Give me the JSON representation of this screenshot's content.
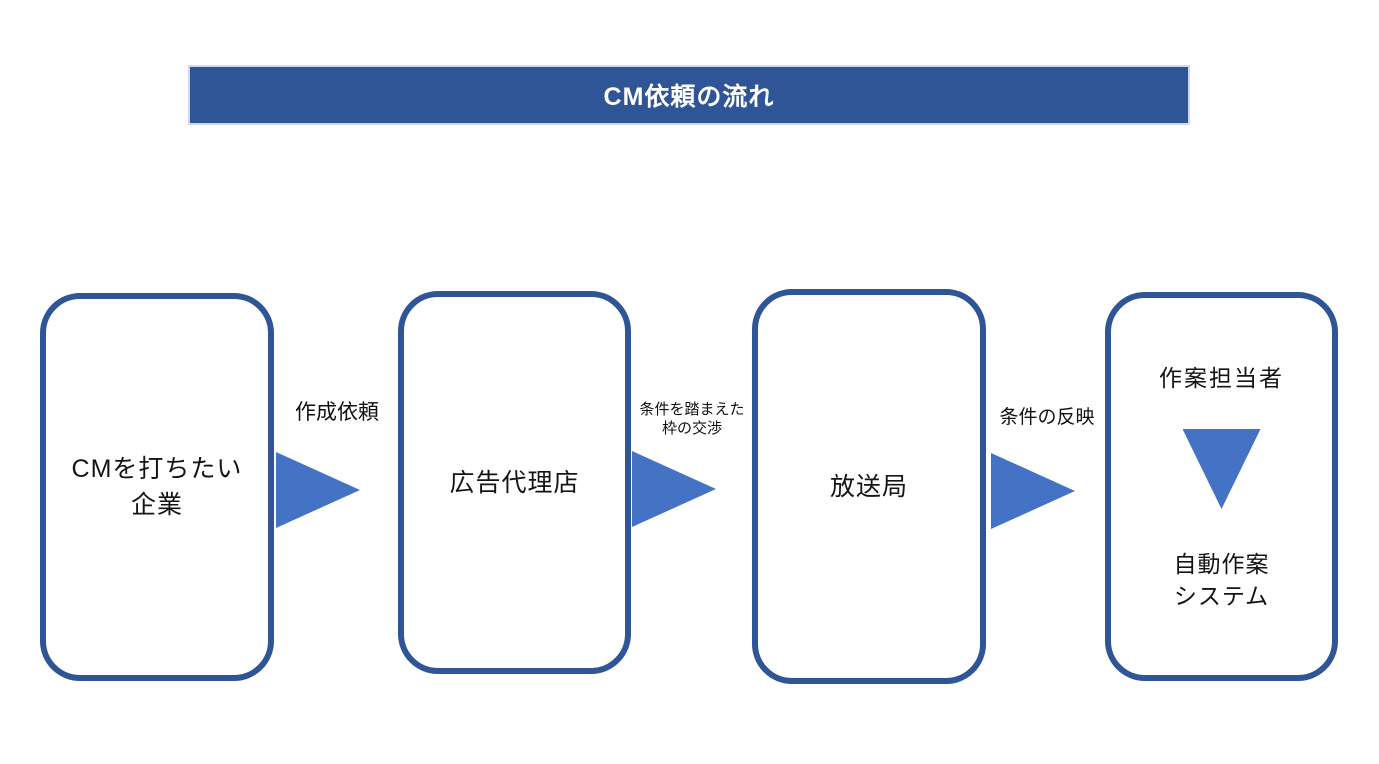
{
  "slide": {
    "title": "CM依頼の流れ",
    "colors": {
      "banner_background": "#2F5597",
      "banner_text": "#FFFFFF",
      "box_border": "#2F5597",
      "arrow_fill": "#4472C4",
      "body_text": "#141414",
      "background": "#FFFFFF"
    },
    "boxes": [
      {
        "id": "company",
        "lines": [
          "CMを打ちたい",
          "企業"
        ]
      },
      {
        "id": "agency",
        "lines": [
          "広告代理店"
        ]
      },
      {
        "id": "broadcaster",
        "lines": [
          "放送局"
        ]
      },
      {
        "id": "drafting",
        "top_label": "作案担当者",
        "bottom_lines": [
          "自動作案",
          "システム"
        ],
        "internal_arrow_icon": "down-triangle-arrow"
      }
    ],
    "connectors": [
      {
        "icon": "right-triangle-arrow",
        "label_lines": [
          "作成依頼"
        ]
      },
      {
        "icon": "right-triangle-arrow",
        "label_lines": [
          "条件を踏まえた",
          "枠の交渉"
        ]
      },
      {
        "icon": "right-triangle-arrow",
        "label_lines": [
          "条件の反映"
        ]
      }
    ]
  }
}
